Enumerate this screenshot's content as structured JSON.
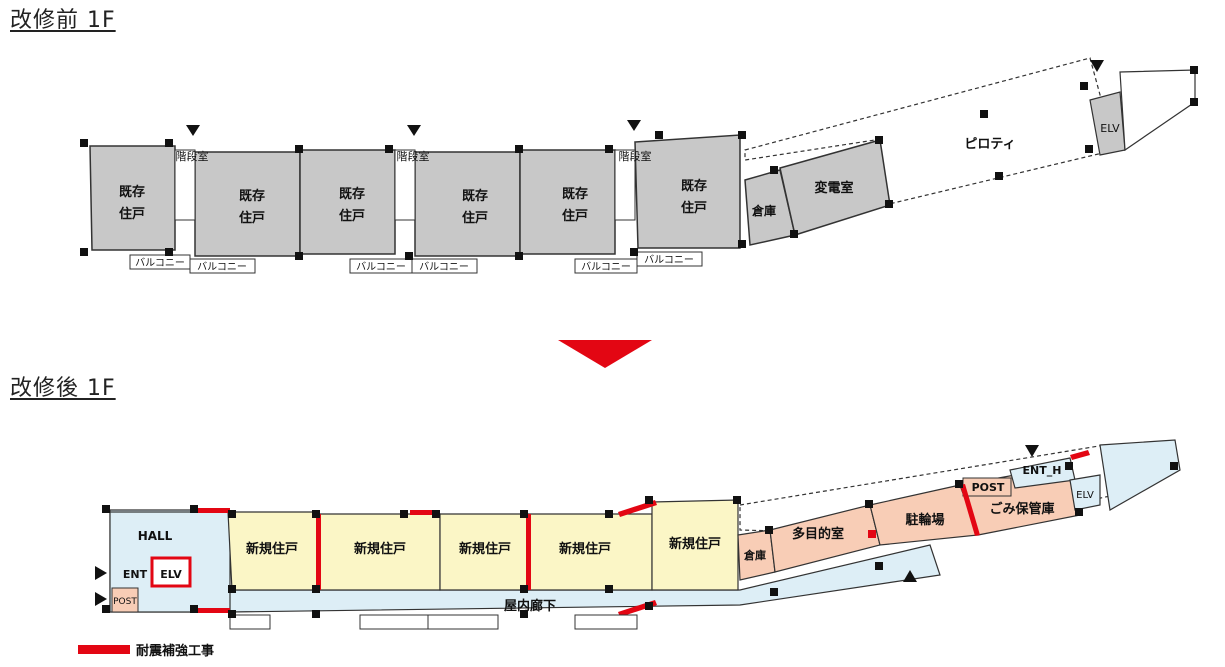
{
  "before": {
    "title": "改修前 1F",
    "labels": {
      "unit": [
        "既存",
        "住戸"
      ],
      "stair": "階段室",
      "balcony": "バルコニー",
      "storage": "倉庫",
      "substation": "変電室",
      "piloti": "ピロティ",
      "elv": "ELV"
    }
  },
  "arrow": "down",
  "after": {
    "title": "改修後 1F",
    "labels": {
      "hall": "HALL",
      "ent": "ENT",
      "elv": "ELV",
      "post": "POST",
      "new_unit": "新規住戸",
      "corridor": "屋内廊下",
      "storage": "倉庫",
      "multipurpose": "多目的室",
      "bicycle": "駐輪場",
      "garbage": "ごみ保管庫",
      "ent_h": "ENT_H",
      "post2": "POST"
    }
  },
  "legend": {
    "text": "耐震補強工事",
    "color": "#e30613"
  },
  "colors": {
    "existing_unit": "#c8c8c8",
    "new_unit": "#fbf6c6",
    "common": "#ddeef6",
    "facility": "#f8cdb6",
    "seismic": "#e30613"
  }
}
